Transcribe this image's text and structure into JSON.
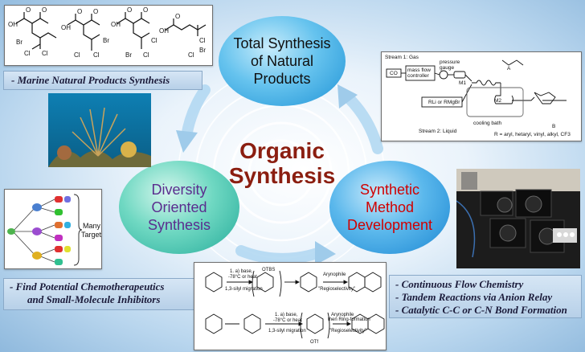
{
  "center": {
    "line1": "Organic",
    "line2": "Synthesis"
  },
  "nodes": {
    "total": {
      "line1": "Total Synthesis",
      "line2": "of Natural",
      "line3": "Products"
    },
    "diversity": {
      "line1": "Diversity",
      "line2": "Oriented",
      "line3": "Synthesis"
    },
    "method": {
      "line1": "Synthetic",
      "line2": "Method",
      "line3": "Development"
    }
  },
  "captions": {
    "marine": "- Marine Natural Products Synthesis",
    "chemo_line1": "-  Find Potential Chemotherapeutics",
    "chemo_line2": "and Small-Molecule Inhibitors",
    "method_items": [
      "-  Continuous Flow Chemistry",
      "-  Tandem Reactions via Anion Relay",
      "-  Catalytic C-C or C-N Bond Formation"
    ]
  },
  "targets_label": {
    "line1": "Many",
    "line2": "Targets"
  },
  "flow_scheme": {
    "stream1": "Stream 1: Gas",
    "stream2": "Stream 2: Liquid",
    "co": "CO",
    "mfc_line1": "mass flow",
    "mfc_line2": "controller",
    "pressure_line1": "pressure",
    "pressure_line2": "gauge",
    "m1": "M1",
    "m2": "M2",
    "reagent": "RLi or RMgBr",
    "cooling": "cooling bath",
    "r_note": "R = aryl, hetaryl, vinyl, alkyl, CF3",
    "label_a": "A",
    "label_b": "B"
  },
  "scheme": {
    "cond1_line1": "1. a) base,",
    "cond1_line2": "-78°C or heat",
    "cond1_line3": "1,3-silyl migration",
    "arynophile": "Arynophile",
    "regio": "\"Regioselectivity\"",
    "arynophile2": "Arynophile",
    "regio2": "then Ring-formation",
    "regio3": "\"Regioselectivity\"",
    "otbs": "OTBS",
    "tf": "OTf"
  },
  "colors": {
    "total_bubble": "#27a7e0",
    "diversity_bubble": "#33c1ad",
    "method_bubble": "#1e9fe0",
    "center_title": "#8b1e10",
    "diversity_text": "#5a2d8e",
    "method_text": "#d10000"
  }
}
